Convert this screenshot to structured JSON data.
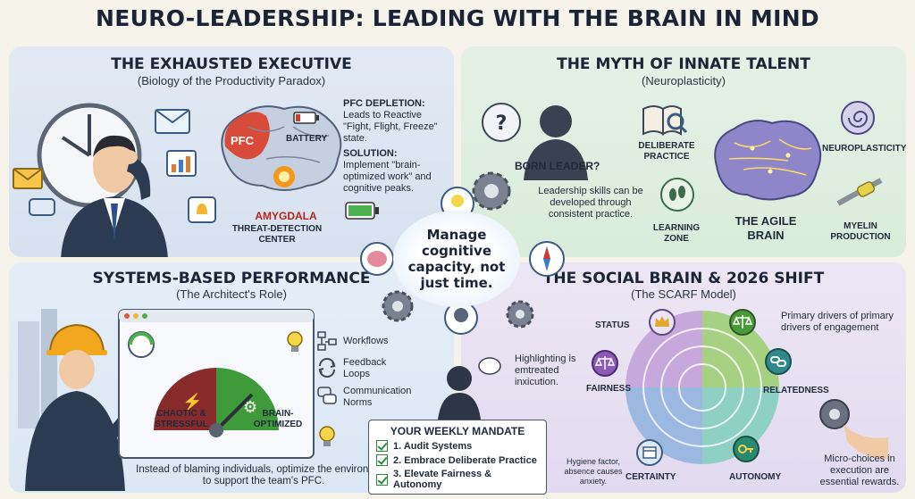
{
  "title": "NEURO-LEADERSHIP: LEADING WITH THE BRAIN IN MIND",
  "center": {
    "text": "Manage cognitive capacity, not just time."
  },
  "panel1": {
    "title": "THE EXHAUSTED EXECUTIVE",
    "subtitle": "(Biology of the Productivity Paradox)",
    "pfc": "PFC",
    "battery": "BATTERY",
    "amygdala": "AMYGDALA",
    "amygdala_desc": "THREAT-DETECTION CENTER",
    "depletion_head": "PFC DEPLETION:",
    "depletion_text": "Leads to Reactive \"Fight, Flight, Freeze\" state.",
    "solution_head": "SOLUTION:",
    "solution_text": "Implement \"brain-optimized work\" and cognitive peaks."
  },
  "panel2": {
    "title": "THE MYTH OF INNATE TALENT",
    "subtitle": "(Neuroplasticity)",
    "born_leader": "BORN LEADER?",
    "leader_text": "Leadership skills can be developed through consistent practice.",
    "deliberate": "DELIBERATE PRACTICE",
    "neuroplasticity": "NEUROPLASTICITY",
    "learning_zone": "LEARNING ZONE",
    "agile_brain": "THE AGILE BRAIN",
    "myelin": "MYELIN PRODUCTION"
  },
  "panel3": {
    "title": "SYSTEMS-BASED PERFORMANCE",
    "subtitle": "(The Architect's Role)",
    "chaotic": "CHAOTIC & STRESSFUL",
    "optimized": "BRAIN-OPTIMIZED",
    "workflows": "Workflows",
    "feedback": "Feedback Loops",
    "communication": "Communication Norms",
    "bottom_text": "Instead of blaming individuals, optimize the environment to support the team's PFC."
  },
  "panel4": {
    "title": "THE SOCIAL BRAIN & 2026 SHIFT",
    "subtitle": "(The SCARF Model)",
    "status": "STATUS",
    "fairness": "FAIRNESS",
    "certainty": "CERTAINTY",
    "autonomy": "AUTONOMY",
    "relatedness": "RELATEDNESS",
    "drivers": "Primary drivers of primary drivers of engagement",
    "highlight": "Highlighting is emtreated inxicution.",
    "hygiene": "Hygiene factor, absence causes anxiety.",
    "micro": "Micro-choices in execution are essential rewards."
  },
  "mandate": {
    "title": "YOUR WEEKLY MANDATE",
    "items": [
      "1. Audit Systems",
      "2. Embrace Deliberate Practice",
      "3. Elevate Fairness & Autonomy"
    ]
  },
  "colors": {
    "panel1": "#dbe3f0",
    "panel2": "#dcecdc",
    "panel3": "#dfe9f5",
    "panel4": "#e5def0",
    "accent_green": "#2e8b3d",
    "pfc_red": "#d23a2a"
  }
}
